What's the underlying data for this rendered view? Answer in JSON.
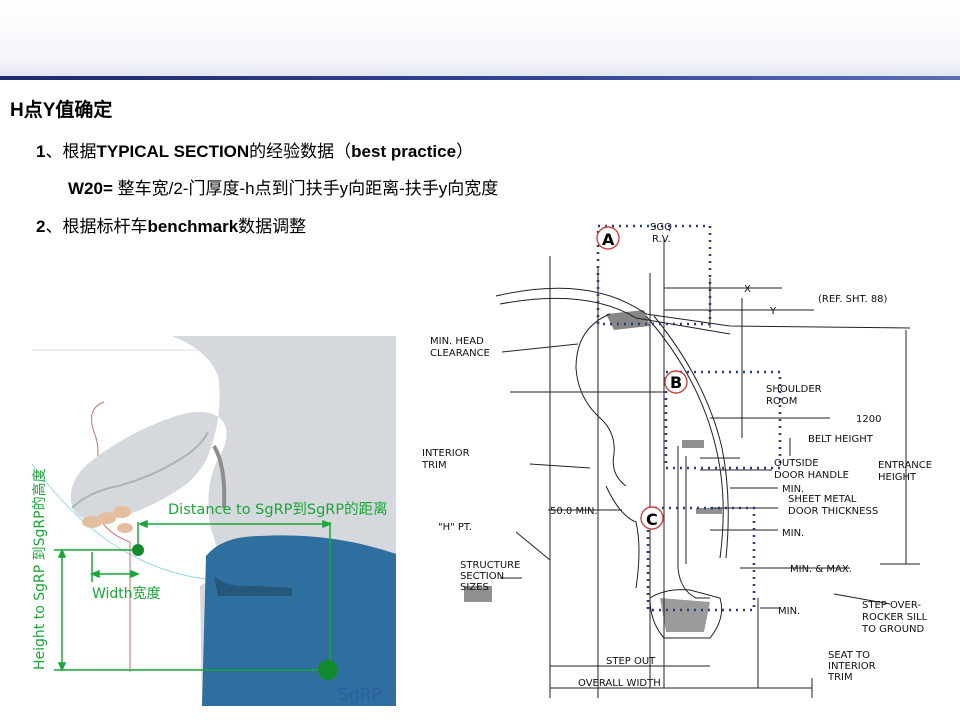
{
  "slide": {
    "title": "H点Y值确定",
    "item1": {
      "num": "1",
      "sep": "、",
      "p1": "根据",
      "p2": "TYPICAL SECTION",
      "p3": "的经验数据（",
      "p4": "best practice",
      "p5": "）"
    },
    "formula": {
      "w": "W20=",
      "text": "整车宽/2-门厚度-h点到门扶手y向距离-扶手y向宽度"
    },
    "item2": {
      "num": "2",
      "sep": "、",
      "p1": "根据标杆车",
      "p2": "benchmark",
      "p3": "数据调整"
    }
  },
  "left_figure": {
    "distance_label": "Distance to SgRP到SgRP的距离",
    "width_label": "Width宽度",
    "height_label": "Height to  SgRP 到SgRP的高度",
    "sgrp_label": "SgRP"
  },
  "section_drawing": {
    "marker_a": "A",
    "marker_b": "B",
    "marker_c": "C",
    "top_label_1": "SGQ",
    "top_label_2": "R.V.",
    "x_label": "X",
    "y_label": "Y",
    "ref_sht": "(REF. SHT. 88)",
    "min_head_1": "MIN. HEAD",
    "min_head_2": "CLEARANCE",
    "shoulder_1": "SHOULDER",
    "shoulder_2": "ROOM",
    "dim_1200": "1200",
    "belt_height": "BELT HEIGHT",
    "interior_1": "INTERIOR",
    "interior_2": "TRIM",
    "outside_1": "OUTSIDE",
    "outside_2": "DOOR HANDLE",
    "entrance_1": "ENTRANCE",
    "entrance_2": "HEIGHT",
    "min_1": "MIN.",
    "sheet_metal_1": "SHEET METAL",
    "sheet_metal_2": "DOOR THICKNESS",
    "dim_50": "50.0 MIN.",
    "h_pt": "\"H\" PT.",
    "min_2": "MIN.",
    "structure_1": "STRUCTURE",
    "structure_2": "SECTION",
    "structure_3": "SIZES",
    "min_max": "MIN. & MAX.",
    "min_3": "MIN.",
    "step_over_1": "STEP OVER-",
    "step_over_2": "ROCKER SILL",
    "step_over_3": "TO GROUND",
    "seat_1": "SEAT TO",
    "seat_2": "INTERIOR",
    "seat_3": "TRIM",
    "step_out": "STEP OUT",
    "overall_width": "OVERALL WIDTH"
  }
}
